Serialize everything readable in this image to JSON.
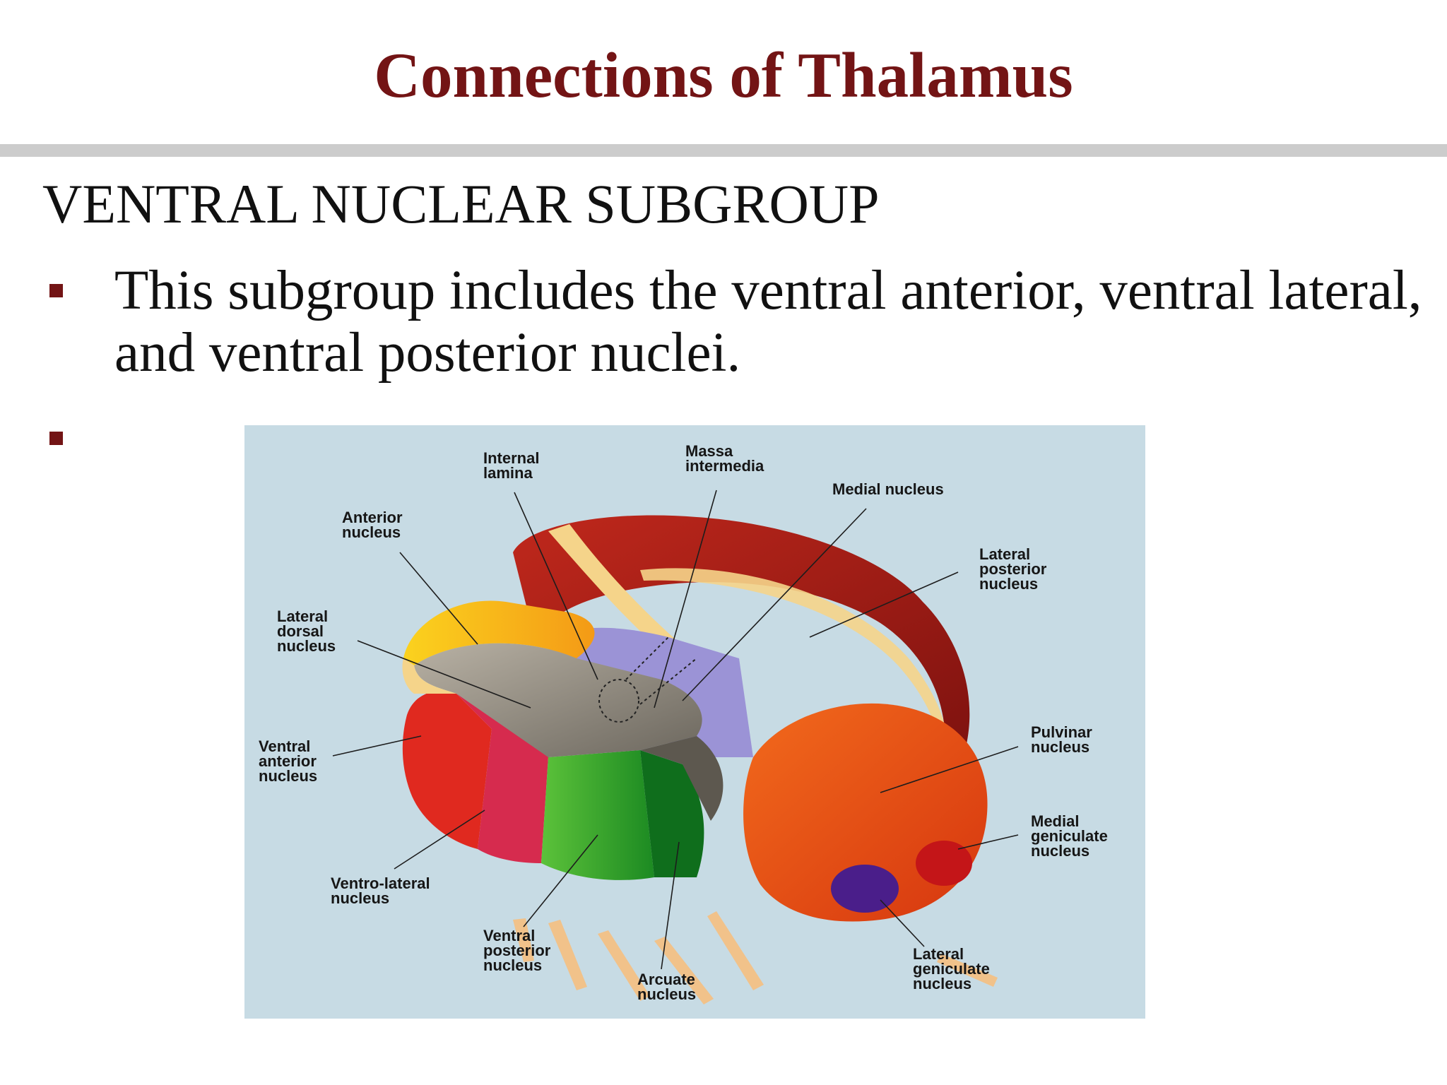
{
  "slide": {
    "title": "Connections of Thalamus",
    "subheading": "VENTRAL NUCLEAR SUBGROUP",
    "bullets": [
      "This subgroup includes the ventral anterior, ventral lateral, and ventral posterior nuclei.",
      ""
    ]
  },
  "figure": {
    "labels": {
      "internal_lamina": [
        "Internal",
        "lamina"
      ],
      "massa_intermedia": [
        "Massa",
        "intermedia"
      ],
      "medial_nucleus": [
        "Medial nucleus"
      ],
      "anterior_nucleus": [
        "Anterior",
        "nucleus"
      ],
      "lateral_posterior_nucleus": [
        "Lateral",
        "posterior",
        "nucleus"
      ],
      "lateral_dorsal_nucleus": [
        "Lateral",
        "dorsal",
        "nucleus"
      ],
      "pulvinar_nucleus": [
        "Pulvinar",
        "nucleus"
      ],
      "ventral_anterior_nucleus": [
        "Ventral",
        "anterior",
        "nucleus"
      ],
      "medial_geniculate_nucleus": [
        "Medial",
        "geniculate",
        "nucleus"
      ],
      "ventro_lateral_nucleus": [
        "Ventro-lateral",
        "nucleus"
      ],
      "ventral_posterior_nucleus": [
        "Ventral",
        "posterior",
        "nucleus"
      ],
      "arcuate_nucleus": [
        "Arcuate",
        "nucleus"
      ],
      "lateral_geniculate_nucleus": [
        "Lateral",
        "geniculate",
        "nucleus"
      ]
    }
  }
}
